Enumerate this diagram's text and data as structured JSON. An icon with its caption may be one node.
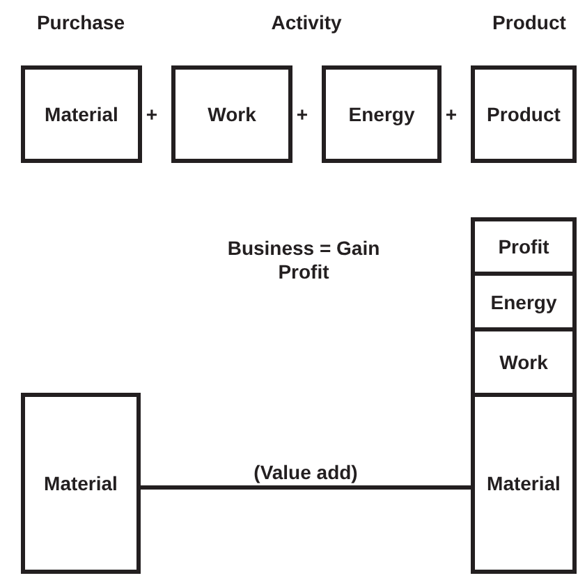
{
  "diagram": {
    "nodes": [
      {
        "text": [
          "Material"
        ]
      },
      {
        "text": [
          "Work"
        ]
      },
      {
        "text": [
          "Energy"
        ]
      },
      {
        "text": [
          "Product"
        ]
      },
      {
        "text": [
          "Material"
        ]
      },
      {
        "text": [
          "Profit"
        ]
      },
      {
        "text": [
          "Energy"
        ]
      },
      {
        "text": [
          "Work"
        ]
      },
      {
        "text": [
          "Material"
        ]
      }
    ],
    "edges": [
      {
        "from": 4,
        "to": 8,
        "arrow": "none",
        "label": "(Value add)"
      }
    ],
    "labels": [
      "Purchase",
      "Activity",
      "Product",
      "+",
      "+",
      "+",
      "Business = Gain Profit"
    ]
  }
}
